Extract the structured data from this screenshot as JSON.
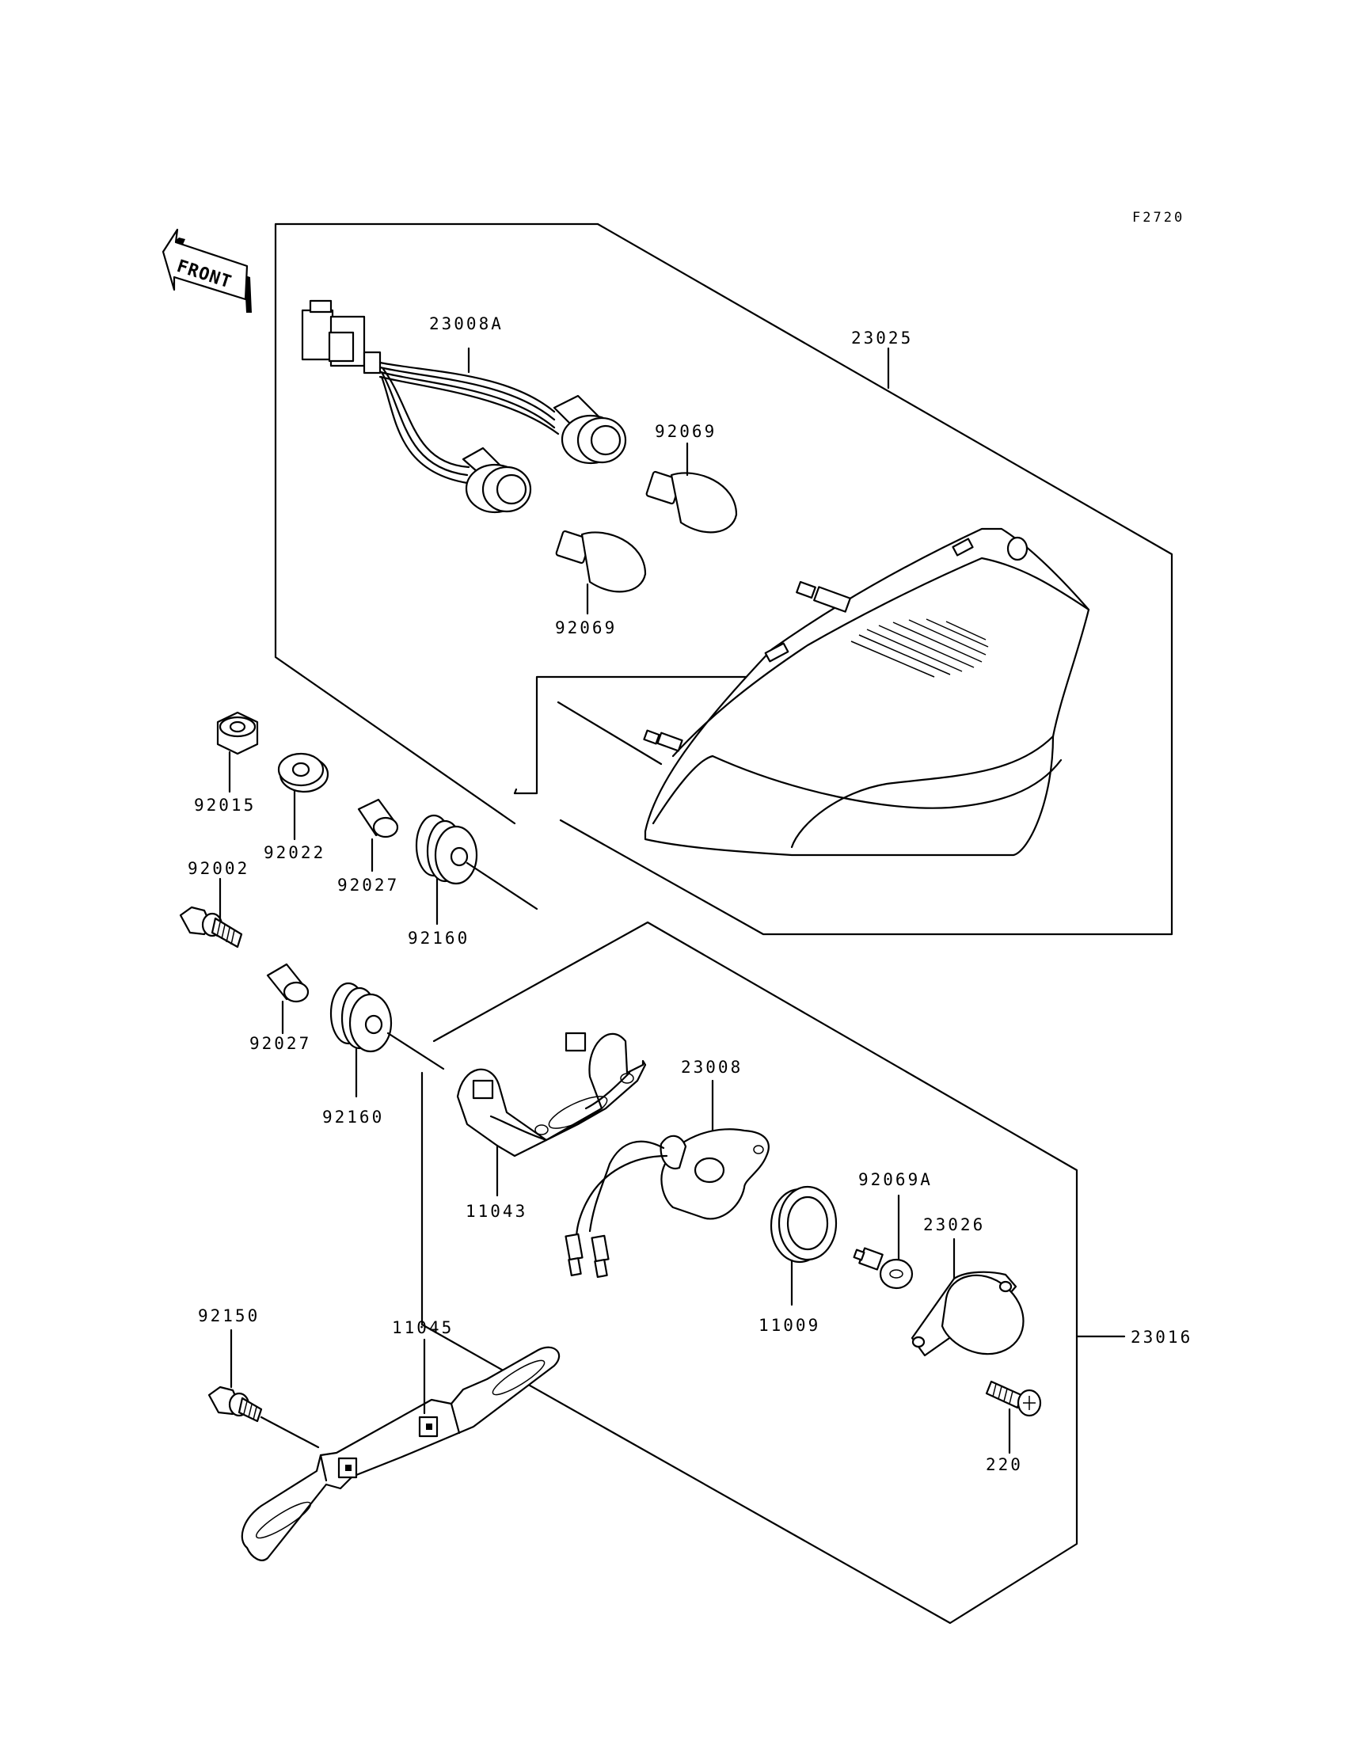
{
  "figure_code": "F2720",
  "direction_label": "FRONT",
  "groups": [
    {
      "id": "tail-lamp-assembly",
      "label": "23025"
    },
    {
      "id": "license-lamp-assembly",
      "label": "23016"
    }
  ],
  "parts": [
    {
      "id": "wiring-harness",
      "label": "23008A"
    },
    {
      "id": "bulb-top",
      "label": "92069"
    },
    {
      "id": "bulb-bottom",
      "label": "92069"
    },
    {
      "id": "nut",
      "label": "92015"
    },
    {
      "id": "washer",
      "label": "92022"
    },
    {
      "id": "collar-top",
      "label": "92027"
    },
    {
      "id": "grommet-top",
      "label": "92160"
    },
    {
      "id": "bolt",
      "label": "92002"
    },
    {
      "id": "collar-bottom",
      "label": "92027"
    },
    {
      "id": "grommet-bottom",
      "label": "92160"
    },
    {
      "id": "bracket",
      "label": "11043"
    },
    {
      "id": "socket",
      "label": "23008"
    },
    {
      "id": "license-bulb",
      "label": "92069A"
    },
    {
      "id": "lens-cover",
      "label": "23026"
    },
    {
      "id": "gasket",
      "label": "11009"
    },
    {
      "id": "screw",
      "label": "220"
    },
    {
      "id": "license-bolt",
      "label": "92150"
    },
    {
      "id": "license-bracket",
      "label": "11045"
    }
  ]
}
